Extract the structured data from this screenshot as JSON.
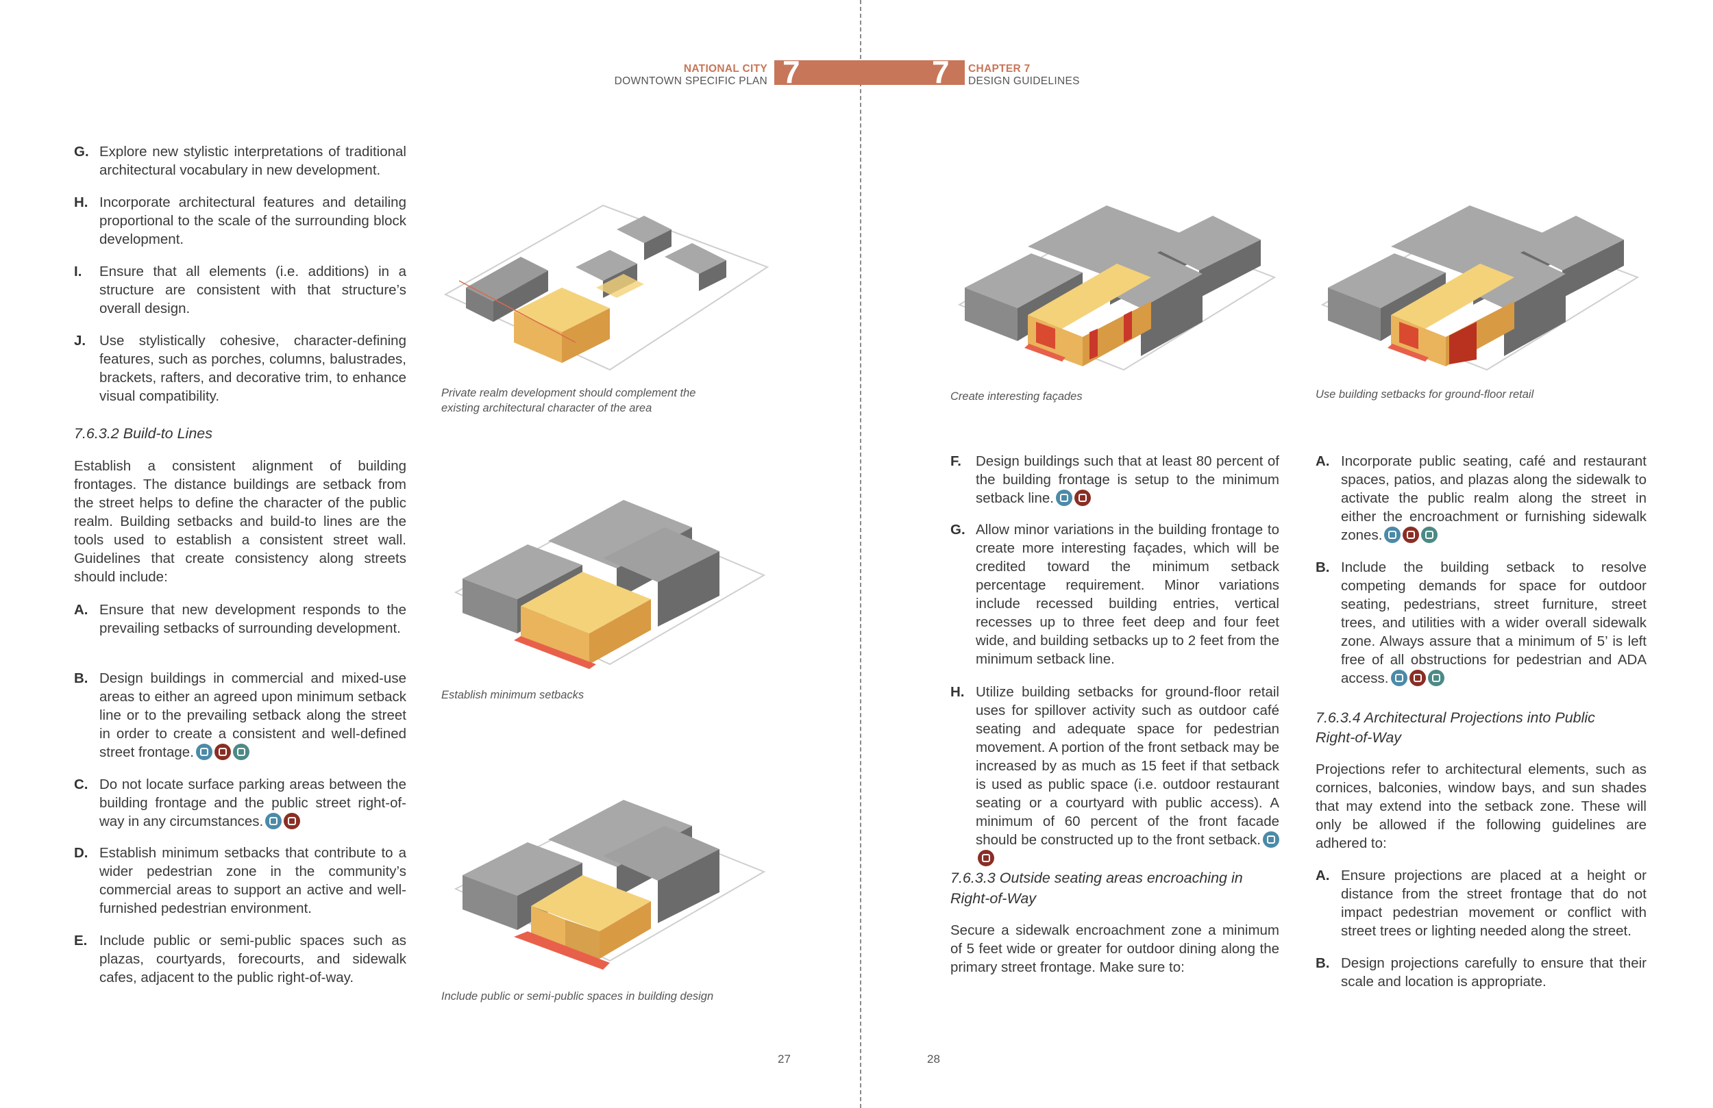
{
  "header": {
    "left_line1": "NATIONAL CITY",
    "left_line2": "DOWNTOWN SPECIFIC PLAN",
    "left_number": "7",
    "right_number": "7",
    "right_line1": "CHAPTER 7",
    "right_line2": "DESIGN GUIDELINES"
  },
  "colors": {
    "accent": "#c87659",
    "icon_pedestrian": "#4b8aa8",
    "icon_retail": "#8a2e25",
    "icon_transit": "#4c8a86"
  },
  "left_page": {
    "items_top": [
      {
        "letter": "G.",
        "text": "Explore new stylistic interpretations of traditional architectural vocabulary in new development."
      },
      {
        "letter": "H.",
        "text": "Incorporate architectural features and detailing proportional to the scale of the surrounding block development."
      },
      {
        "letter": "I.",
        "text": "Ensure that all elements (i.e. additions) in a structure are consistent with that structure’s overall design."
      },
      {
        "letter": "J.",
        "text": "Use stylistically cohesive, character-defining features, such as porches, columns, balustrades, brackets, rafters, and decorative trim, to enhance visual compatibility."
      }
    ],
    "section_heading": "7.6.3.2  Build-to Lines",
    "intro": "Establish a consistent alignment of building frontages. The distance buildings are setback from the street helps to define the character of the public realm. Building setbacks and build-to lines are the tools used to establish a consistent street wall. Guidelines that create consistency along streets should include:",
    "items_bottom": [
      {
        "letter": "A.",
        "text": "Ensure that new development responds to the prevailing setbacks of surrounding development."
      },
      {
        "letter": "B.",
        "text": "Design buildings in commercial and mixed-use areas to either an agreed upon minimum setback line or to the prevailing setback along the street in order to create a consistent and well-defined street frontage."
      },
      {
        "letter": "C.",
        "text": "Do not locate surface parking areas between the building frontage and the public street right-of-way in any circumstances."
      },
      {
        "letter": "D.",
        "text": "Establish minimum setbacks that contribute to a wider pedestrian zone in the community’s commercial areas to support an active and well-furnished pedestrian environment."
      },
      {
        "letter": "E.",
        "text": "Include public or semi-public spaces such as plazas, courtyards, forecourts, and sidewalk cafes, adjacent to the public right-of-way."
      }
    ],
    "captions": {
      "c1_line1": "Private realm development should complement the",
      "c1_line2": "existing architectural character of the area",
      "c2": "Establish minimum setbacks",
      "c3": "Include public or semi-public spaces in building design"
    },
    "page_number": "27"
  },
  "right_page": {
    "captions": {
      "c1": "Create interesting façades",
      "c2": "Use building setbacks for ground-floor retail"
    },
    "col1_items": [
      {
        "letter": "F.",
        "text": "Design buildings such that at least 80 percent of the building frontage is setup to the minimum setback line."
      },
      {
        "letter": "G.",
        "text": "Allow minor variations in the building frontage to create more interesting façades, which will be credited toward the minimum setback percentage requirement. Minor variations include recessed building entries, vertical recesses up to three feet deep and four feet wide, and building setbacks up to 2 feet from the minimum setback line."
      },
      {
        "letter": "H.",
        "text": "Utilize building setbacks for ground-floor retail uses for spillover activity such as outdoor café seating and adequate space for pedestrian movement. A portion of the front setback may be increased by as much as 15 feet if that setback is used as public space (i.e. outdoor restaurant seating or a courtyard with public access). A minimum of 60 percent of the front facade should be constructed up to the front setback."
      }
    ],
    "heading_733_line1": "7.6.3.3  Outside seating areas encroaching in",
    "heading_733_line2": "Right-of-Way",
    "para_733": "Secure a sidewalk encroachment zone a minimum of 5 feet wide or greater for outdoor dining along the primary street frontage. Make sure to:",
    "col2_items": [
      {
        "letter": "A.",
        "text": "Incorporate public seating, café and restaurant spaces, patios, and plazas along the sidewalk to activate the public realm along the street in either the encroachment or furnishing sidewalk zones."
      },
      {
        "letter": "B.",
        "text": "Include the building setback to resolve competing demands for space for outdoor seating, pedestrians, street furniture, street trees, and utilities with a wider overall sidewalk zone. Always assure that a minimum of 5’ is left free of all obstructions for pedestrian and ADA access."
      }
    ],
    "heading_734_line1": "7.6.3.4  Architectural Projections into Public",
    "heading_734_line2": "Right-of-Way",
    "para_734": "Projections refer to architectural elements, such as cornices, balconies, window bays, and sun shades that may extend into the setback zone. These will only be allowed if the following guidelines are adhered to:",
    "col2_items_b": [
      {
        "letter": "A.",
        "text": "Ensure projections are placed at a height or distance from the street frontage that do not impact pedestrian movement or conflict with street trees or lighting needed along the street."
      },
      {
        "letter": "B.",
        "text": "Design projections carefully to ensure that their scale and location is appropriate."
      }
    ],
    "page_number": "28"
  }
}
